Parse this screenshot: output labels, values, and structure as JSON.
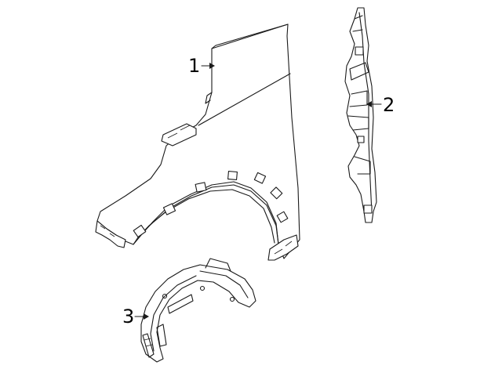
{
  "diagram": {
    "callouts": [
      {
        "label": "1",
        "part": "front-fender"
      },
      {
        "label": "2",
        "part": "fender-bracket"
      },
      {
        "label": "3",
        "part": "fender-liner"
      }
    ]
  },
  "colors": {
    "line": "#1a1a1a",
    "background": "#ffffff"
  }
}
